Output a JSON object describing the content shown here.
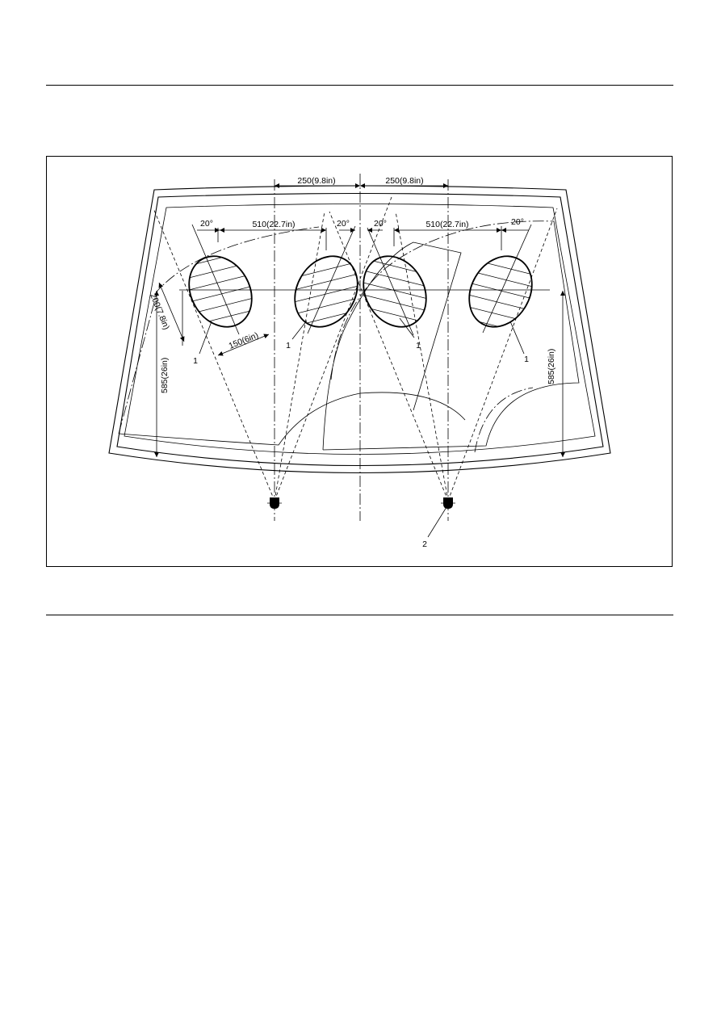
{
  "figure": {
    "dims": {
      "center_left": "250(9.8in)",
      "center_right": "250(9.8in)",
      "outer_left": "510(22.7in)",
      "outer_right": "510(22.7in)",
      "angle_1": "20°",
      "angle_2": "20°",
      "angle_3": "20°",
      "angle_4": "20°",
      "height_left": "585(26in)",
      "height_right": "585(26in)",
      "spray_length": "200(7.8in)",
      "spray_width": "150(6in)"
    },
    "callouts": {
      "spray_area_1": "1",
      "spray_area_2": "1",
      "spray_area_3": "1",
      "spray_area_4": "1",
      "nozzle": "2"
    }
  }
}
